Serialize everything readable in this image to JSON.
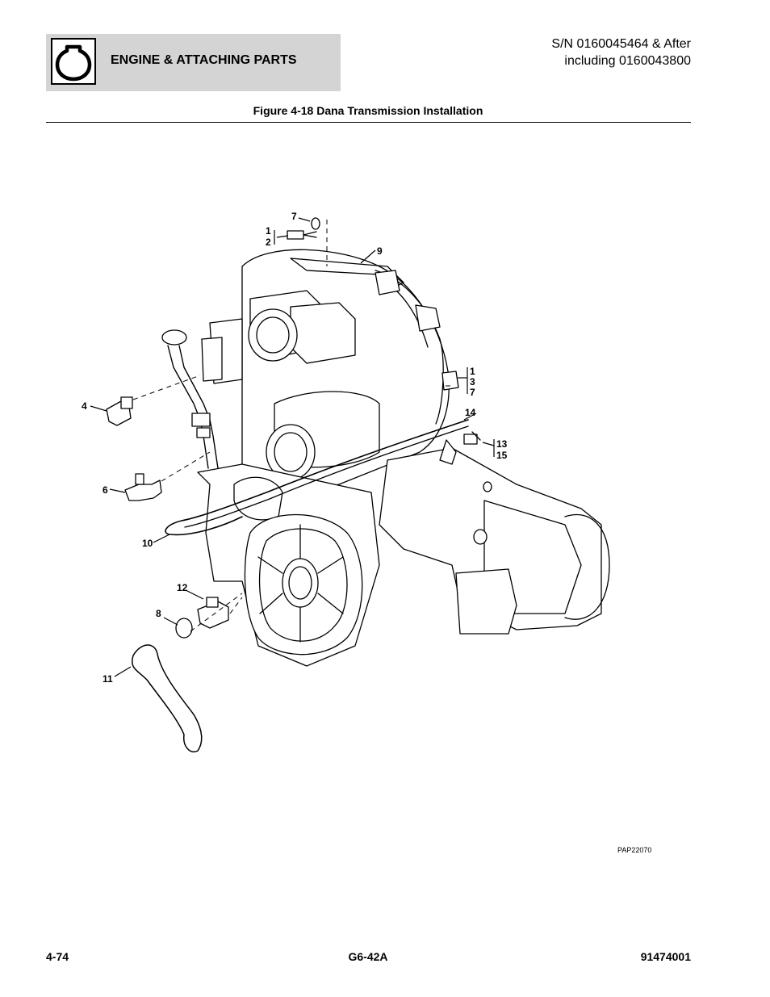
{
  "header": {
    "section_title": "ENGINE & ATTACHING PARTS",
    "icon": "engine-icon",
    "serial_line1": "S/N 0160045464 & After",
    "serial_line2": "including 0160043800"
  },
  "figure": {
    "title": "Figure 4-18 Dana Transmission Installation",
    "drawing_code": "PAP22070",
    "callouts": {
      "c7": "7",
      "c1a": "1",
      "c2": "2",
      "c9": "9",
      "c1b": "1",
      "c3": "3",
      "c7b": "7",
      "c14": "14",
      "c13": "13",
      "c15": "15",
      "c4": "4",
      "c6": "6",
      "c10": "10",
      "c12": "12",
      "c8": "8",
      "c11": "11"
    }
  },
  "footer": {
    "page": "4-74",
    "model": "G6-42A",
    "doc_number": "91474001"
  }
}
